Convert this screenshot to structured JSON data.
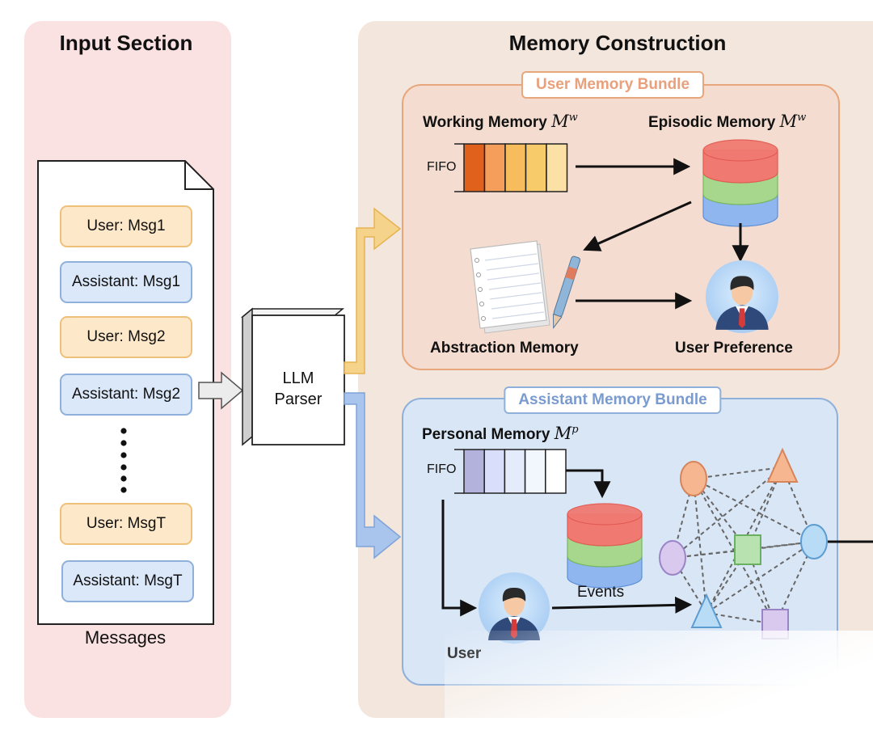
{
  "input_section": {
    "title": "Input Section",
    "messages": [
      {
        "role": "user",
        "text": "User: Msg1"
      },
      {
        "role": "assistant",
        "text": "Assistant: Msg1"
      },
      {
        "role": "user",
        "text": "User: Msg2"
      },
      {
        "role": "assistant",
        "text": "Assistant: Msg2"
      },
      {
        "role": "user",
        "text": "User: MsgT"
      },
      {
        "role": "assistant",
        "text": "Assistant: MsgT"
      }
    ],
    "caption": "Messages"
  },
  "parser": {
    "line1": "LLM",
    "line2": "Parser"
  },
  "memory_construction": {
    "title": "Memory Construction",
    "user_bundle": {
      "label": "User Memory Bundle",
      "working_memory": {
        "label": "Working Memory",
        "symbol": "M",
        "sup": "w"
      },
      "episodic_memory": {
        "label": "Episodic Memory",
        "symbol": "M",
        "sup": "w"
      },
      "fifo_label": "FIFO",
      "abstraction_label": "Abstraction Memory",
      "preference_label": "User Preference"
    },
    "assistant_bundle": {
      "label": "Assistant Memory Bundle",
      "personal_memory": {
        "label": "Personal Memory",
        "symbol": "M",
        "sup": "p"
      },
      "fifo_label": "FIFO",
      "events_label": "Events",
      "user_label": "User"
    }
  },
  "colors": {
    "input_panel": "#fbe2e2",
    "memory_panel": "#f2e6dd",
    "user_accent": "#e9a07c",
    "assistant_accent": "#7a9bd0",
    "working_fifo_cells": [
      "#e0611b",
      "#f59e5c",
      "#f7bd5c",
      "#f8cb6a",
      "#fbe1a6"
    ],
    "personal_fifo_cells": [
      "#b3b2dc",
      "#d9defa",
      "#e4ebfb",
      "#f2f6fd",
      "#ffffff"
    ]
  }
}
